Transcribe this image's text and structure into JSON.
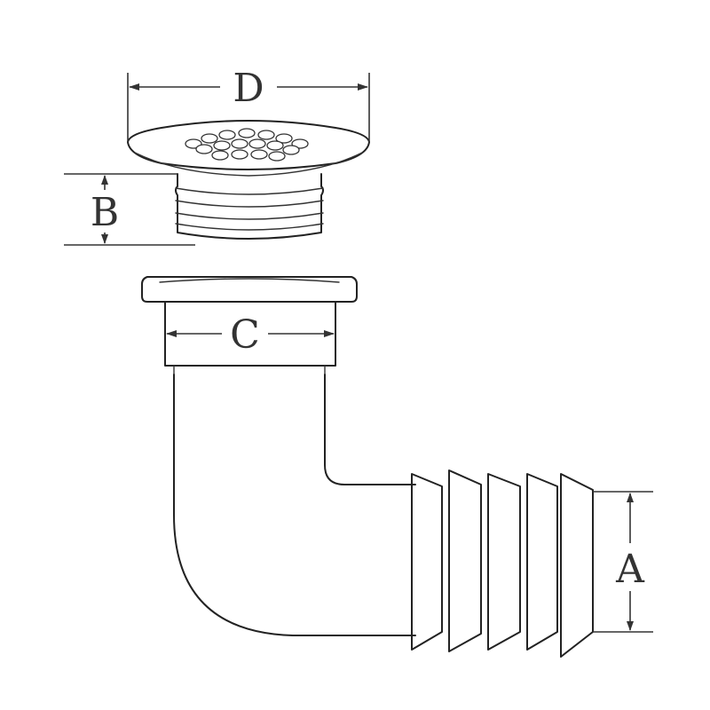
{
  "diagram": {
    "colors": {
      "line": "#222222",
      "background": "#ffffff"
    },
    "dimensions": {
      "a": "A",
      "b": "B",
      "c": "C",
      "d": "D"
    }
  }
}
